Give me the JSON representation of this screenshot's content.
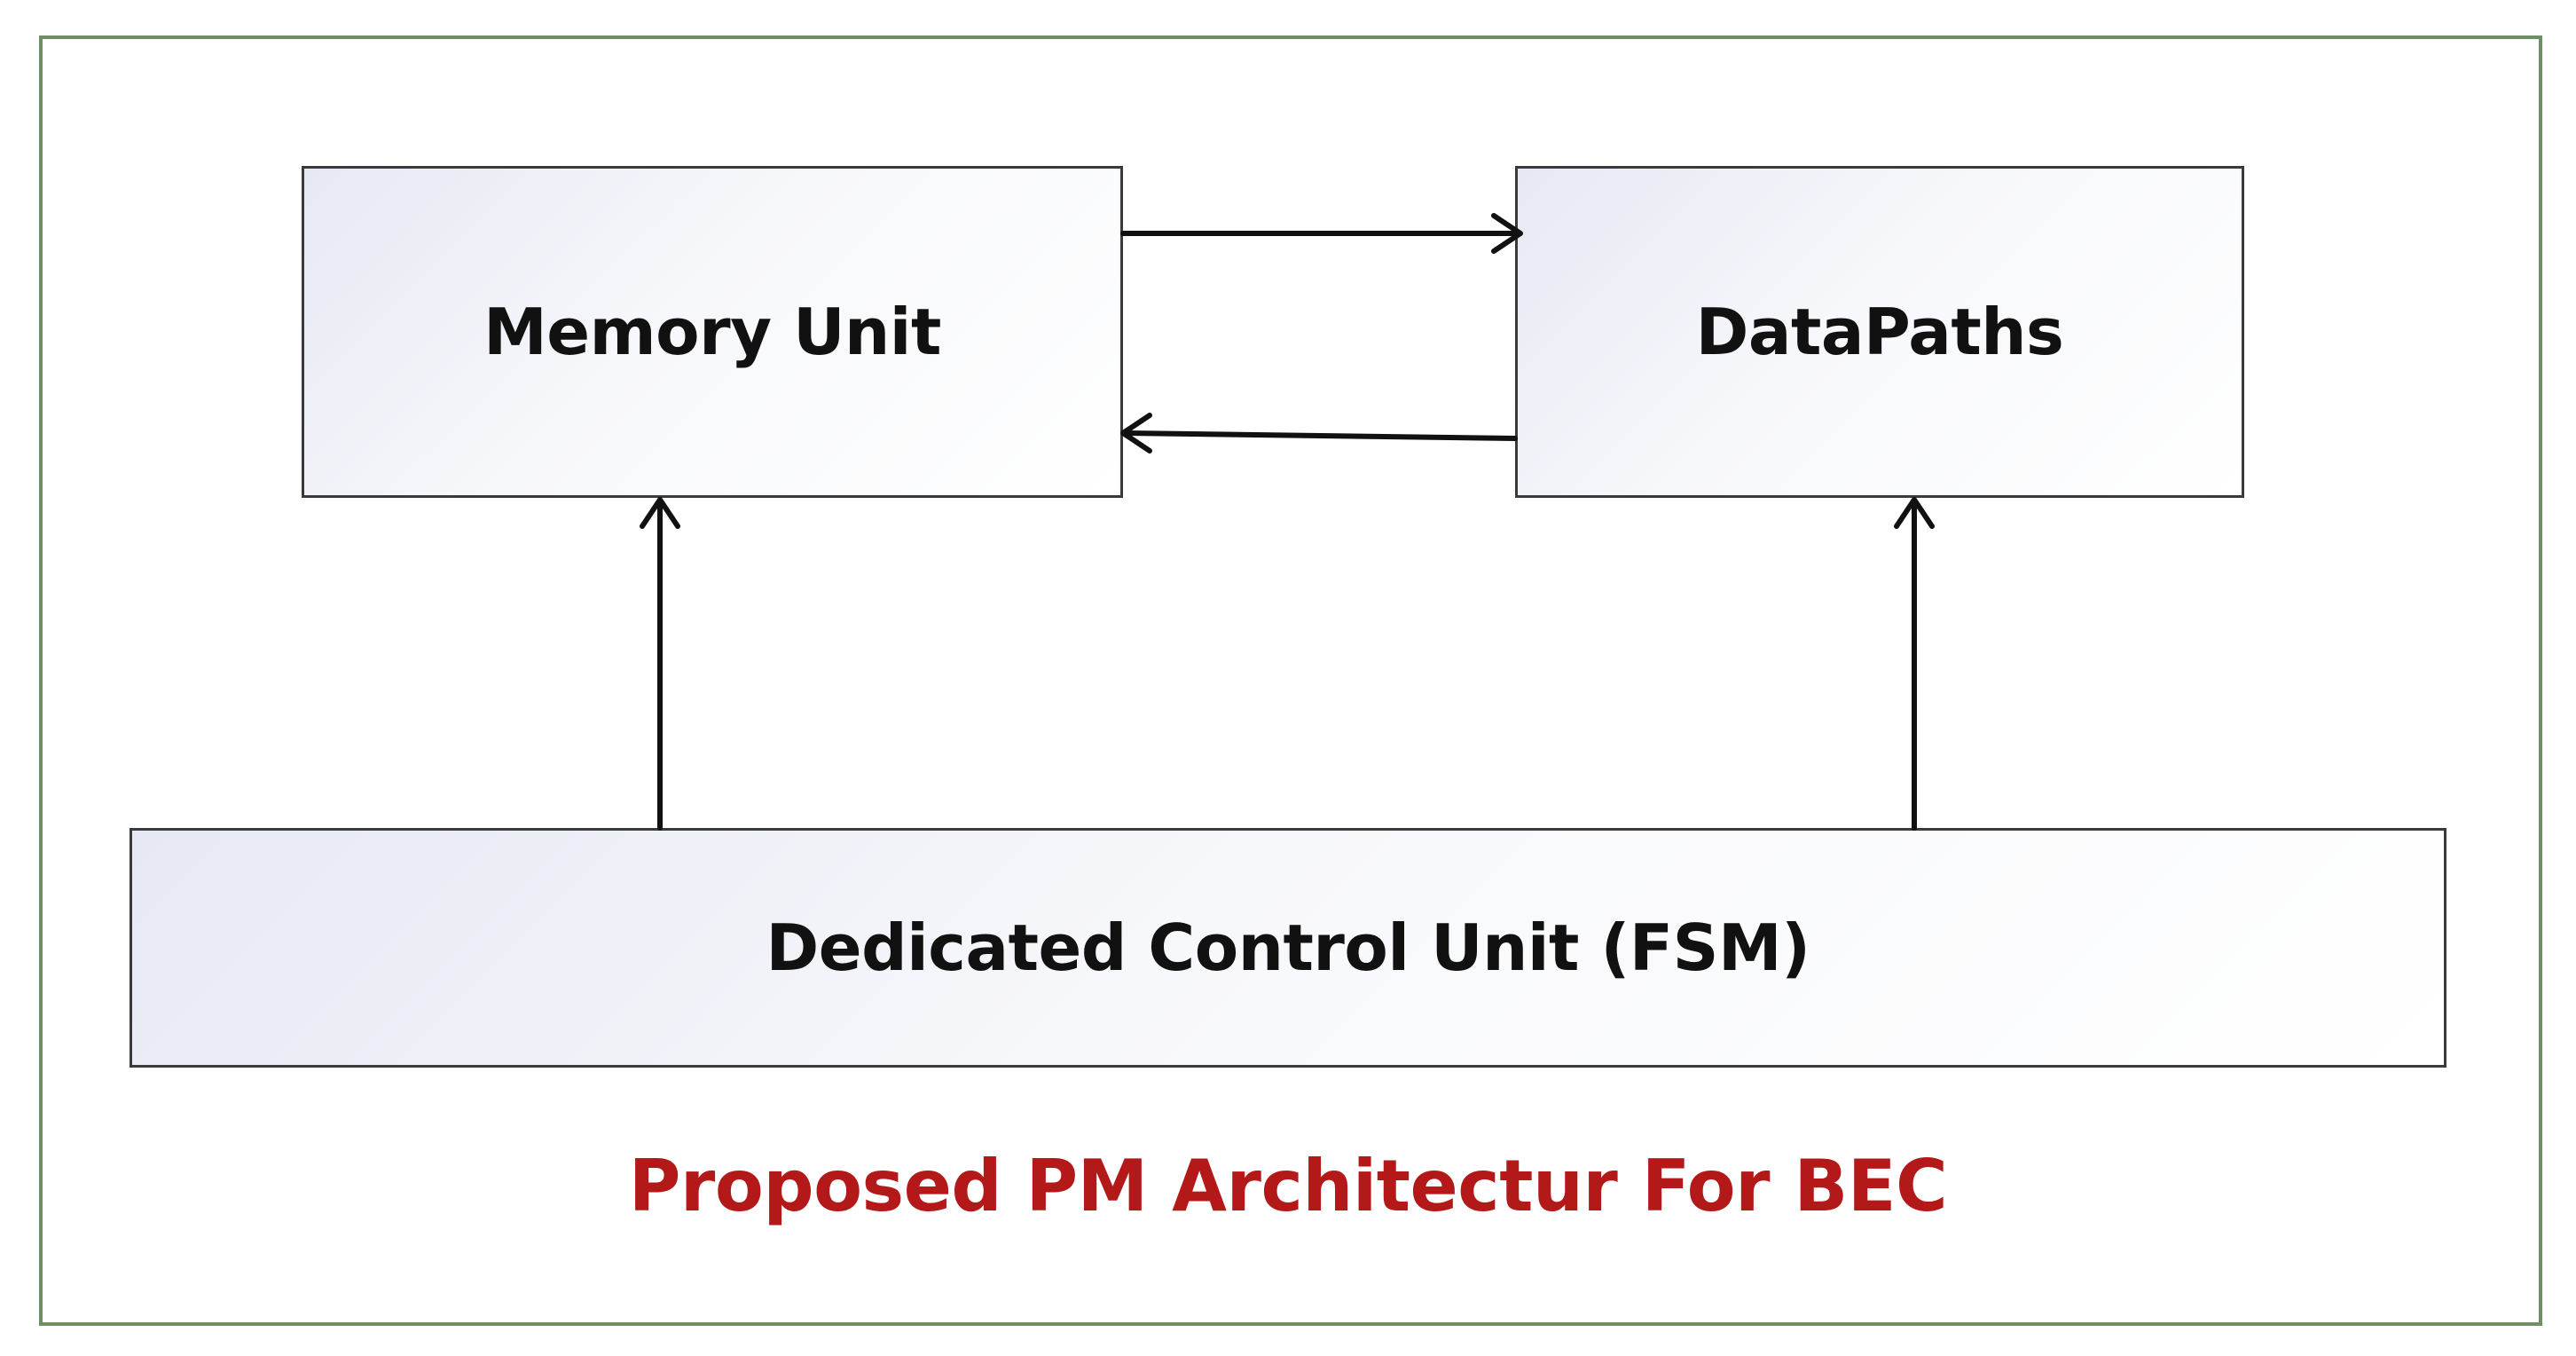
{
  "blocks": {
    "memory_unit": "Memory Unit",
    "datapaths": "DataPaths",
    "control_unit": "Dedicated Control Unit (FSM)"
  },
  "caption": "Proposed PM Architectur For BEC",
  "colors": {
    "frame_border": "#6f8e65",
    "caption": "#b41919",
    "block_border": "#3a3a3a",
    "arrow": "#111111"
  },
  "connectors": [
    {
      "from": "memory_unit",
      "to": "datapaths"
    },
    {
      "from": "datapaths",
      "to": "memory_unit"
    },
    {
      "from": "control_unit",
      "to": "memory_unit"
    },
    {
      "from": "control_unit",
      "to": "datapaths"
    }
  ]
}
